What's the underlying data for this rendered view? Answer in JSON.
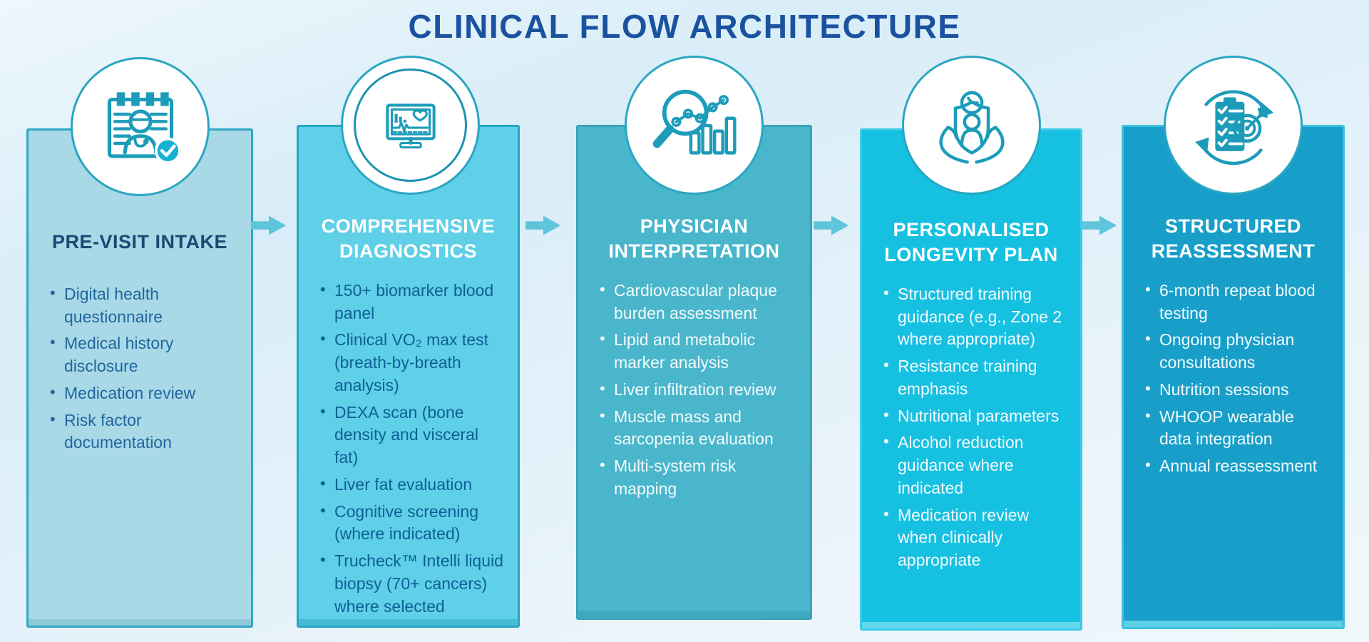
{
  "page_title": "CLINICAL FLOW ARCHITECTURE",
  "theme": {
    "background_top": "#d8edf8",
    "background_bottom": "#f0f7fc",
    "title_color": "#1b52a0",
    "arrow_color": "#5ec5da",
    "icon_color": "#1d9cba",
    "circle_border": "#2aa6c2"
  },
  "columns": [
    {
      "id": "pre-visit-intake",
      "icon": "intake-form-doctor-icon",
      "title": "PRE-VISIT INTAKE",
      "items": [
        "Digital health questionnaire",
        "Medical history disclosure",
        "Medication review",
        "Risk factor documentation"
      ],
      "colors": {
        "fill": "#a9d8e6",
        "border": "#2fa9c5",
        "edge": "#8fc9d9",
        "title": "#184a73",
        "text": "#21679f"
      }
    },
    {
      "id": "comprehensive-diagnostics",
      "icon": "diagnostics-monitor-icon",
      "title": "COMPREHENSIVE DIAGNOSTICS",
      "items": [
        "150+ biomarker blood panel",
        "Clinical VO₂ max test (breath-by-breath analysis)",
        "DEXA scan (bone density and visceral fat)",
        "Liver fat evaluation",
        "Cognitive screening (where indicated)",
        "Trucheck™ Intelli liquid biopsy (70+ cancers) where selected"
      ],
      "colors": {
        "fill": "#5fd0e7",
        "border": "#29a5c4",
        "edge": "#46bcd6",
        "title": "#ffffff",
        "text": "#0e6096"
      }
    },
    {
      "id": "physician-interpretation",
      "icon": "magnifier-analytics-icon",
      "title": "PHYSICIAN INTERPRETATION",
      "items": [
        "Cardiovascular plaque burden assessment",
        "Lipid and metabolic marker analysis",
        "Liver infiltration review",
        "Muscle mass and sarcopenia evaluation",
        "Multi-system risk mapping"
      ],
      "colors": {
        "fill": "#4ab6cb",
        "border": "#3aa2ba",
        "edge": "#3fa9bd",
        "title": "#ffffff",
        "text": "#f2fbfd"
      }
    },
    {
      "id": "personalised-longevity-plan",
      "icon": "hands-care-shield-icon",
      "title": "PERSONALISED LONGEVITY PLAN",
      "items": [
        "Structured training guidance (e.g., Zone 2 where appropriate)",
        "Resistance training emphasis",
        "Nutritional parameters",
        "Alcohol reduction guidance where indicated",
        "Medication review when clinically appropriate"
      ],
      "colors": {
        "fill": "#16c0e1",
        "border": "#3ccbe6",
        "edge": "#64d7ec",
        "title": "#ffffff",
        "text": "#f2fbfd"
      }
    },
    {
      "id": "structured-reassessment",
      "icon": "reassessment-cycle-icon",
      "title": "STRUCTURED REASSESSMENT",
      "items": [
        "6-month repeat blood testing",
        "Ongoing physician consultations",
        "Nutrition sessions",
        "WHOOP wearable data integration",
        "Annual reassessment"
      ],
      "colors": {
        "fill": "#189fc9",
        "border": "#3ec0dd",
        "edge": "#5ccfe5",
        "title": "#ffffff",
        "text": "#f2fbfd"
      }
    }
  ]
}
